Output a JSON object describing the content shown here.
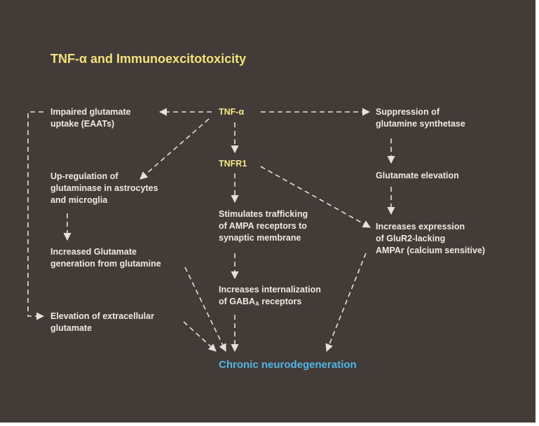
{
  "title": "TNF-α and Immunoexcitotoxicity",
  "nodes": {
    "tnf_alpha": "TNF-α",
    "tnfr1": "TNFR1",
    "impaired_uptake": [
      "Impaired glutamate",
      "uptake (EAATs)"
    ],
    "upregulation_glutaminase": [
      "Up-regulation of",
      "glutaminase in astrocytes",
      "and microglia"
    ],
    "increased_generation": [
      "Increased Glutamate",
      "generation from glutamine"
    ],
    "elevation_extracellular": [
      "Elevation of extracellular",
      "glutamate"
    ],
    "suppression_synthetase": [
      "Suppression of",
      "glutamine synthetase"
    ],
    "glutamate_elevation": "Glutamate elevation",
    "increases_expression": [
      "Increases expression",
      "of GluR2-lacking",
      "AMPAr (calcium sensitive)"
    ],
    "stimulates_trafficking": [
      "Stimulates trafficking",
      "of AMPA receptors to",
      "synaptic membrane"
    ],
    "increases_internalization_1": "Increases internalization",
    "increases_internalization_2_prefix": "of GABA",
    "increases_internalization_2_sub": "A",
    "increases_internalization_2_suffix": " receptors",
    "chronic": "Chronic neurodegeneration"
  },
  "colors": {
    "background": "#423b38",
    "text": "#efe9e2",
    "title": "#f3e27a",
    "highlight": "#f3e98a",
    "final": "#52b6e6",
    "arrow": "#e6e0d8"
  }
}
